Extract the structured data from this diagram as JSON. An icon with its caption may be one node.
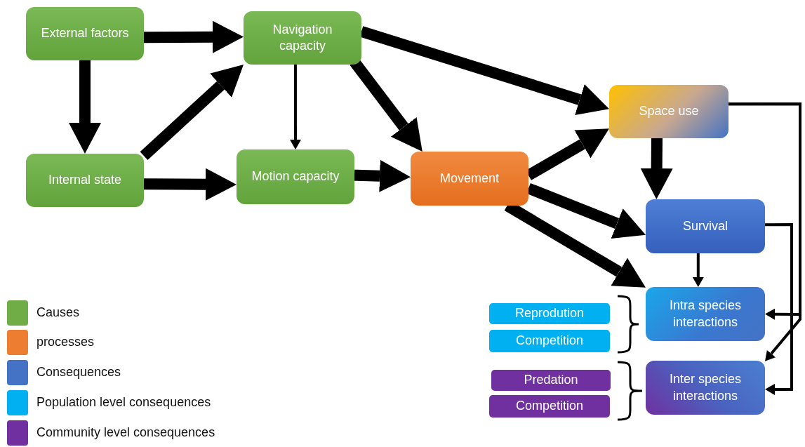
{
  "diagram": {
    "nodes": [
      {
        "text": [
          "External factors"
        ]
      },
      {
        "text": [
          "Navigation capacity"
        ]
      },
      {
        "text": [
          "Internal state"
        ]
      },
      {
        "text": [
          "Motion capacity"
        ]
      },
      {
        "text": [
          "Movement"
        ]
      },
      {
        "text": [
          "Space use"
        ]
      },
      {
        "text": [
          "Survival"
        ]
      },
      {
        "text": [
          "Intra species interactions"
        ]
      },
      {
        "text": [
          "Inter species interactions"
        ]
      },
      {
        "text": [
          "Reprodution"
        ]
      },
      {
        "text": [
          "Competition"
        ]
      },
      {
        "text": [
          "Predation"
        ]
      },
      {
        "text": [
          "Competition"
        ]
      }
    ],
    "edges": [
      {
        "from": 0,
        "to": 1,
        "arrow": "to"
      },
      {
        "from": 0,
        "to": 2,
        "arrow": "to"
      },
      {
        "from": 2,
        "to": 1,
        "arrow": "to"
      },
      {
        "from": 2,
        "to": 3,
        "arrow": "to"
      },
      {
        "from": 1,
        "to": 3,
        "arrow": "to"
      },
      {
        "from": 1,
        "to": 4,
        "arrow": "to"
      },
      {
        "from": 1,
        "to": 5,
        "arrow": "to"
      },
      {
        "from": 3,
        "to": 4,
        "arrow": "to"
      },
      {
        "from": 4,
        "to": 5,
        "arrow": "to"
      },
      {
        "from": 4,
        "to": 6,
        "arrow": "to"
      },
      {
        "from": 4,
        "to": 7,
        "arrow": "to"
      },
      {
        "from": 5,
        "to": 6,
        "arrow": "to"
      },
      {
        "from": 6,
        "to": 7,
        "arrow": "to"
      },
      {
        "from": 5,
        "to": 7,
        "arrow": "to"
      },
      {
        "from": 5,
        "to": 8,
        "arrow": "to"
      },
      {
        "from": 6,
        "to": 8,
        "arrow": "to"
      }
    ],
    "legend": [
      {
        "text": "Causes",
        "color": "#70ad47"
      },
      {
        "text": "processes",
        "color": "#ed7d31"
      },
      {
        "text": "Consequences",
        "color": "#4472c4"
      },
      {
        "text": "Population level consequences",
        "color": "#00b0f0"
      },
      {
        "text": "Community level consequences",
        "color": "#7030a0"
      }
    ]
  }
}
